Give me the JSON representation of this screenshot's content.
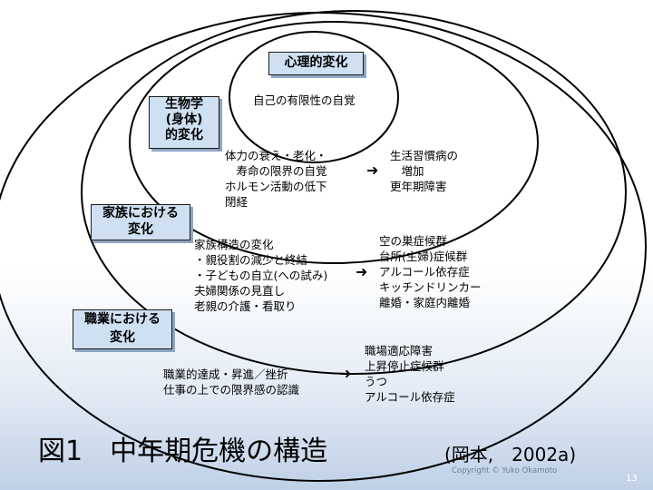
{
  "labels": {
    "psych": [
      "心理的変化"
    ],
    "bio": [
      "生物学",
      "(身体)",
      "的変化"
    ],
    "family": [
      "家族における",
      "変化"
    ],
    "work": [
      "職業における",
      "変化"
    ]
  },
  "psych_text": [
    "自己の有限性の自覚"
  ],
  "bio_cause": [
    "体力の衰え・老化・",
    "　寿命の限界の自覚",
    "ホルモン活動の低下",
    "閉経"
  ],
  "bio_result": [
    "生活習慣病の",
    "　増加",
    "更年期障害"
  ],
  "family_cause": [
    "家族構造の変化",
    "・親役割の減少と終結",
    "・子どもの自立(への試み)",
    "夫婦関係の見直し",
    "老親の介護・看取り"
  ],
  "family_result": [
    "空の巣症候群",
    "台所(主婦)症候群",
    "アルコール依存症",
    "キッチンドリンカー",
    "離婚・家庭内離婚"
  ],
  "work_cause": [
    "職業的達成・昇進／挫折",
    "仕事の上での限界感の認識"
  ],
  "work_result": [
    "職場適応障害",
    "上昇停止症候群",
    "うつ",
    "アルコール依存症"
  ],
  "arrow_glyph": "➜",
  "caption": "図1　中年期危機の構造",
  "citation": "(岡本,　2002a)",
  "copyright": "Copyright © Yuko Okamoto",
  "page_number": "13",
  "colors": {
    "label_fill": "#cfe0f2",
    "ring_stroke": "#000000"
  }
}
